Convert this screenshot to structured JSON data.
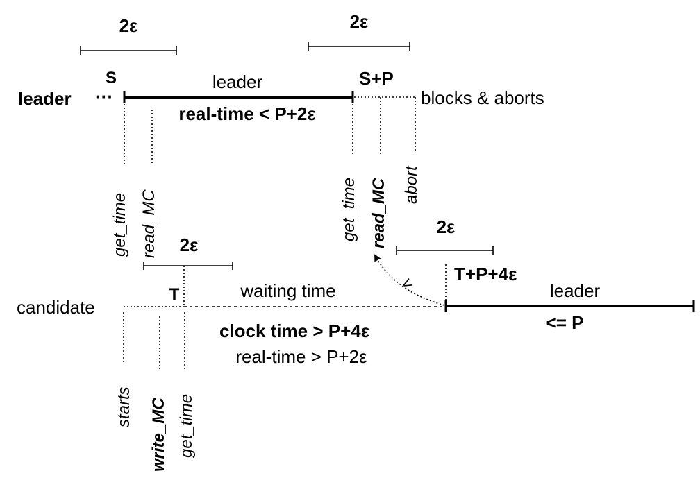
{
  "epsilon_brackets": [
    "2ε",
    "2ε",
    "2ε",
    "2ε"
  ],
  "top_lease": {
    "row_label": "leader",
    "ellipsis": "···",
    "start_label": "S",
    "segment_label": "leader",
    "duration_label": "real-time < P+2ε",
    "end_label": "S+P",
    "after_label": "blocks & aborts",
    "events": [
      "get_time",
      "read_MC",
      "get_time",
      "read_MC",
      "abort"
    ]
  },
  "candidate": {
    "row_label": "candidate",
    "point_label": "T",
    "wait_label": "waiting time",
    "clock_label": "clock time > P+4ε",
    "realtime_label": "real-time > P+2ε",
    "events": [
      "starts",
      "write_MC",
      "get_time"
    ]
  },
  "new_lease": {
    "start_label": "T+P+4ε",
    "segment_label": "leader",
    "duration_label": "<= P",
    "arrow_label": "<"
  }
}
